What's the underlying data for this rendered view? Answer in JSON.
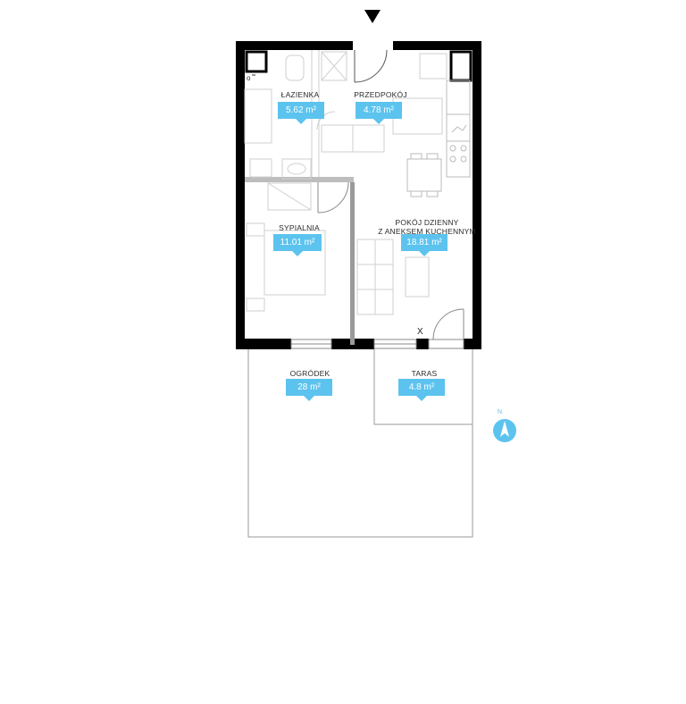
{
  "colors": {
    "wall": "#000000",
    "fixture": "#cfcfcf",
    "badge": "#5cc3ee",
    "outline": "#9a9a9a"
  },
  "entrance_icon": "triangle-down-icon",
  "rooms": [
    {
      "id": "lazienka",
      "name": "ŁAZIENKA",
      "area": "5.62 m²"
    },
    {
      "id": "przedpokoj",
      "name": "PRZEDPOKÓJ",
      "area": "4.78 m²"
    },
    {
      "id": "sypialnia",
      "name": "SYPIALNIA",
      "area": "11.01 m²"
    },
    {
      "id": "pokoj",
      "name_line1": "POKÓJ DZIENNY",
      "name_line2": "Z ANEKSEM KUCHENNYM",
      "area": "18.81 m²"
    },
    {
      "id": "ogrodek",
      "name": "OGRÓDEK",
      "area": "28 m²"
    },
    {
      "id": "taras",
      "name": "TARAS",
      "area": "4.8 m²"
    }
  ],
  "marker_x": "X",
  "compass": {
    "label": "N",
    "icon": "compass-icon"
  }
}
